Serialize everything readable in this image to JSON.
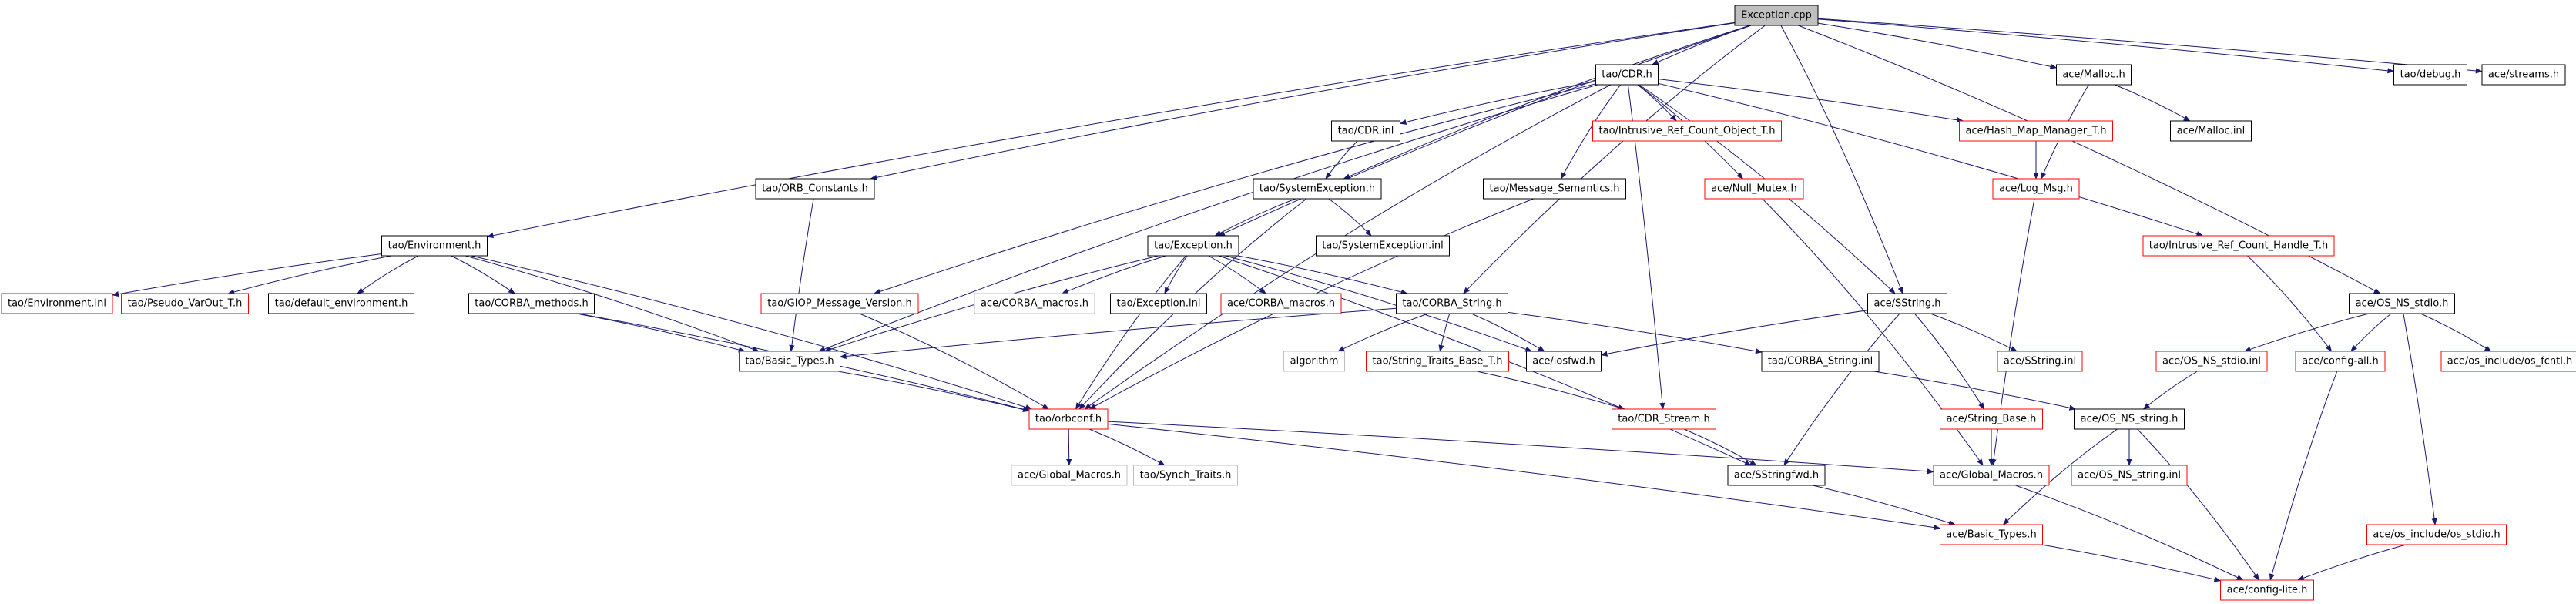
{
  "diagram": {
    "title": "",
    "colors": {
      "edge": "#191970",
      "normal": "#000000",
      "truncated": "#ff0000",
      "external": "#bfbfbf",
      "root_fill": "#bfbfbf"
    },
    "nodes": [
      {
        "id": "exception_cpp",
        "label": "Exception.cpp",
        "kind": "root"
      },
      {
        "id": "tao_cdr_h",
        "label": "tao/CDR.h",
        "kind": "normal"
      },
      {
        "id": "ace_malloc_h",
        "label": "ace/Malloc.h",
        "kind": "normal"
      },
      {
        "id": "tao_debug_h",
        "label": "tao/debug.h",
        "kind": "normal"
      },
      {
        "id": "ace_streams_h",
        "label": "ace/streams.h",
        "kind": "normal"
      },
      {
        "id": "tao_cdr_inl",
        "label": "tao/CDR.inl",
        "kind": "normal"
      },
      {
        "id": "tao_irc_object_t",
        "label": "tao/Intrusive_Ref_Count_Object_T.h",
        "kind": "truncated"
      },
      {
        "id": "ace_hash_map_manager_t",
        "label": "ace/Hash_Map_Manager_T.h",
        "kind": "truncated"
      },
      {
        "id": "ace_malloc_inl",
        "label": "ace/Malloc.inl",
        "kind": "normal"
      },
      {
        "id": "tao_orb_constants",
        "label": "tao/ORB_Constants.h",
        "kind": "normal"
      },
      {
        "id": "tao_system_exception_h",
        "label": "tao/SystemException.h",
        "kind": "normal"
      },
      {
        "id": "tao_message_semantics",
        "label": "tao/Message_Semantics.h",
        "kind": "normal"
      },
      {
        "id": "ace_null_mutex",
        "label": "ace/Null_Mutex.h",
        "kind": "truncated"
      },
      {
        "id": "ace_log_msg",
        "label": "ace/Log_Msg.h",
        "kind": "truncated"
      },
      {
        "id": "tao_environment_h",
        "label": "tao/Environment.h",
        "kind": "normal"
      },
      {
        "id": "tao_exception_h",
        "label": "tao/Exception.h",
        "kind": "normal"
      },
      {
        "id": "tao_system_exception_inl",
        "label": "tao/SystemException.inl",
        "kind": "normal"
      },
      {
        "id": "tao_irc_handle_t",
        "label": "tao/Intrusive_Ref_Count_Handle_T.h",
        "kind": "truncated"
      },
      {
        "id": "tao_environment_inl",
        "label": "tao/Environment.inl",
        "kind": "truncated"
      },
      {
        "id": "tao_pseudo_varout",
        "label": "tao/Pseudo_VarOut_T.h",
        "kind": "truncated"
      },
      {
        "id": "tao_default_environment",
        "label": "tao/default_environment.h",
        "kind": "normal"
      },
      {
        "id": "tao_corba_methods",
        "label": "tao/CORBA_methods.h",
        "kind": "normal"
      },
      {
        "id": "tao_giop_message_version",
        "label": "tao/GIOP_Message_Version.h",
        "kind": "truncated"
      },
      {
        "id": "ace_corba_macros_ext",
        "label": "ace/CORBA_macros.h",
        "kind": "external"
      },
      {
        "id": "tao_exception_inl",
        "label": "tao/Exception.inl",
        "kind": "normal"
      },
      {
        "id": "ace_corba_macros",
        "label": "ace/CORBA_macros.h",
        "kind": "truncated"
      },
      {
        "id": "tao_corba_string_h",
        "label": "tao/CORBA_String.h",
        "kind": "normal"
      },
      {
        "id": "ace_sstring_h",
        "label": "ace/SString.h",
        "kind": "normal"
      },
      {
        "id": "ace_os_ns_stdio_h",
        "label": "ace/OS_NS_stdio.h",
        "kind": "normal"
      },
      {
        "id": "tao_basic_types",
        "label": "tao/Basic_Types.h",
        "kind": "truncated"
      },
      {
        "id": "algorithm",
        "label": "algorithm",
        "kind": "external"
      },
      {
        "id": "tao_string_traits_base",
        "label": "tao/String_Traits_Base_T.h",
        "kind": "truncated"
      },
      {
        "id": "ace_iosfwd",
        "label": "ace/iosfwd.h",
        "kind": "normal"
      },
      {
        "id": "tao_corba_string_inl",
        "label": "tao/CORBA_String.inl",
        "kind": "normal"
      },
      {
        "id": "ace_sstring_inl",
        "label": "ace/SString.inl",
        "kind": "truncated"
      },
      {
        "id": "ace_os_ns_stdio_inl",
        "label": "ace/OS_NS_stdio.inl",
        "kind": "truncated"
      },
      {
        "id": "ace_config_all",
        "label": "ace/config-all.h",
        "kind": "truncated"
      },
      {
        "id": "ace_os_include_os_fcntl",
        "label": "ace/os_include/os_fcntl.h",
        "kind": "truncated"
      },
      {
        "id": "tao_orbconf",
        "label": "tao/orbconf.h",
        "kind": "truncated"
      },
      {
        "id": "tao_cdr_stream",
        "label": "tao/CDR_Stream.h",
        "kind": "truncated"
      },
      {
        "id": "ace_string_base",
        "label": "ace/String_Base.h",
        "kind": "truncated"
      },
      {
        "id": "ace_os_ns_string_h",
        "label": "ace/OS_NS_string.h",
        "kind": "normal"
      },
      {
        "id": "ace_global_macros_ext",
        "label": "ace/Global_Macros.h",
        "kind": "external"
      },
      {
        "id": "tao_synch_traits",
        "label": "tao/Synch_Traits.h",
        "kind": "external"
      },
      {
        "id": "ace_sstringfwd",
        "label": "ace/SStringfwd.h",
        "kind": "normal"
      },
      {
        "id": "ace_global_macros",
        "label": "ace/Global_Macros.h",
        "kind": "truncated"
      },
      {
        "id": "ace_os_ns_string_inl",
        "label": "ace/OS_NS_string.inl",
        "kind": "truncated"
      },
      {
        "id": "ace_basic_types",
        "label": "ace/Basic_Types.h",
        "kind": "truncated"
      },
      {
        "id": "ace_os_include_os_stdio",
        "label": "ace/os_include/os_stdio.h",
        "kind": "truncated"
      },
      {
        "id": "ace_config_lite",
        "label": "ace/config-lite.h",
        "kind": "truncated"
      }
    ],
    "edges": [
      [
        "exception_cpp",
        "tao_cdr_h"
      ],
      [
        "exception_cpp",
        "ace_malloc_h"
      ],
      [
        "exception_cpp",
        "tao_debug_h"
      ],
      [
        "exception_cpp",
        "ace_streams_h"
      ],
      [
        "exception_cpp",
        "tao_orb_constants"
      ],
      [
        "exception_cpp",
        "tao_system_exception_h"
      ],
      [
        "exception_cpp",
        "tao_environment_h"
      ],
      [
        "exception_cpp",
        "tao_exception_h"
      ],
      [
        "exception_cpp",
        "tao_corba_string_h"
      ],
      [
        "exception_cpp",
        "ace_sstring_h"
      ],
      [
        "exception_cpp",
        "ace_os_ns_stdio_h"
      ],
      [
        "tao_cdr_h",
        "tao_cdr_inl"
      ],
      [
        "tao_cdr_h",
        "tao_irc_object_t"
      ],
      [
        "tao_cdr_h",
        "ace_hash_map_manager_t"
      ],
      [
        "tao_cdr_h",
        "tao_message_semantics"
      ],
      [
        "tao_cdr_h",
        "ace_null_mutex"
      ],
      [
        "tao_cdr_h",
        "tao_irc_handle_t"
      ],
      [
        "tao_cdr_h",
        "tao_giop_message_version"
      ],
      [
        "tao_cdr_h",
        "tao_basic_types"
      ],
      [
        "tao_cdr_h",
        "ace_sstring_h"
      ],
      [
        "tao_cdr_h",
        "tao_orbconf"
      ],
      [
        "tao_cdr_h",
        "tao_cdr_stream"
      ],
      [
        "ace_malloc_h",
        "ace_malloc_inl"
      ],
      [
        "ace_malloc_h",
        "ace_log_msg"
      ],
      [
        "tao_cdr_inl",
        "tao_system_exception_h"
      ],
      [
        "ace_hash_map_manager_t",
        "ace_log_msg"
      ],
      [
        "tao_orb_constants",
        "tao_basic_types"
      ],
      [
        "tao_system_exception_h",
        "tao_exception_h"
      ],
      [
        "tao_system_exception_h",
        "tao_system_exception_inl"
      ],
      [
        "tao_system_exception_h",
        "tao_orbconf"
      ],
      [
        "tao_message_semantics",
        "tao_orbconf"
      ],
      [
        "ace_null_mutex",
        "ace_global_macros"
      ],
      [
        "ace_log_msg",
        "ace_global_macros"
      ],
      [
        "tao_irc_handle_t",
        "ace_config_all"
      ],
      [
        "tao_environment_h",
        "tao_environment_inl"
      ],
      [
        "tao_environment_h",
        "tao_pseudo_varout"
      ],
      [
        "tao_environment_h",
        "tao_default_environment"
      ],
      [
        "tao_environment_h",
        "tao_corba_methods"
      ],
      [
        "tao_environment_h",
        "tao_basic_types"
      ],
      [
        "tao_environment_h",
        "tao_orbconf"
      ],
      [
        "tao_exception_h",
        "ace_corba_macros_ext"
      ],
      [
        "tao_exception_h",
        "tao_exception_inl"
      ],
      [
        "tao_exception_h",
        "ace_corba_macros"
      ],
      [
        "tao_exception_h",
        "tao_corba_string_h"
      ],
      [
        "tao_exception_h",
        "tao_basic_types"
      ],
      [
        "tao_exception_h",
        "ace_iosfwd"
      ],
      [
        "tao_exception_h",
        "tao_orbconf"
      ],
      [
        "tao_exception_h",
        "ace_sstringfwd"
      ],
      [
        "tao_corba_methods",
        "tao_basic_types"
      ],
      [
        "tao_corba_methods",
        "tao_orbconf"
      ],
      [
        "tao_giop_message_version",
        "tao_orbconf"
      ],
      [
        "tao_corba_string_h",
        "algorithm"
      ],
      [
        "tao_corba_string_h",
        "tao_string_traits_base"
      ],
      [
        "tao_corba_string_h",
        "ace_iosfwd"
      ],
      [
        "tao_corba_string_h",
        "tao_corba_string_inl"
      ],
      [
        "tao_corba_string_h",
        "tao_basic_types"
      ],
      [
        "ace_sstring_h",
        "ace_iosfwd"
      ],
      [
        "ace_sstring_h",
        "ace_sstring_inl"
      ],
      [
        "ace_sstring_h",
        "ace_string_base"
      ],
      [
        "ace_sstring_h",
        "ace_sstringfwd"
      ],
      [
        "ace_os_ns_stdio_h",
        "ace_os_ns_stdio_inl"
      ],
      [
        "ace_os_ns_stdio_h",
        "ace_config_all"
      ],
      [
        "ace_os_ns_stdio_h",
        "ace_os_include_os_fcntl"
      ],
      [
        "ace_os_ns_stdio_h",
        "ace_os_include_os_stdio"
      ],
      [
        "tao_basic_types",
        "tao_orbconf"
      ],
      [
        "tao_string_traits_base",
        "tao_cdr_stream"
      ],
      [
        "tao_corba_string_inl",
        "ace_os_ns_string_h"
      ],
      [
        "ace_os_ns_stdio_inl",
        "ace_os_ns_string_h"
      ],
      [
        "ace_config_all",
        "ace_config_lite"
      ],
      [
        "tao_orbconf",
        "ace_global_macros_ext"
      ],
      [
        "tao_orbconf",
        "tao_synch_traits"
      ],
      [
        "tao_orbconf",
        "ace_global_macros"
      ],
      [
        "tao_orbconf",
        "ace_basic_types"
      ],
      [
        "tao_cdr_stream",
        "ace_sstringfwd"
      ],
      [
        "ace_string_base",
        "ace_global_macros"
      ],
      [
        "ace_os_ns_string_h",
        "ace_os_ns_string_inl"
      ],
      [
        "ace_os_ns_string_h",
        "ace_basic_types"
      ],
      [
        "ace_os_ns_string_h",
        "ace_config_lite"
      ],
      [
        "ace_sstringfwd",
        "ace_basic_types"
      ],
      [
        "ace_global_macros",
        "ace_config_lite"
      ],
      [
        "ace_basic_types",
        "ace_config_lite"
      ],
      [
        "ace_os_include_os_stdio",
        "ace_config_lite"
      ]
    ]
  }
}
